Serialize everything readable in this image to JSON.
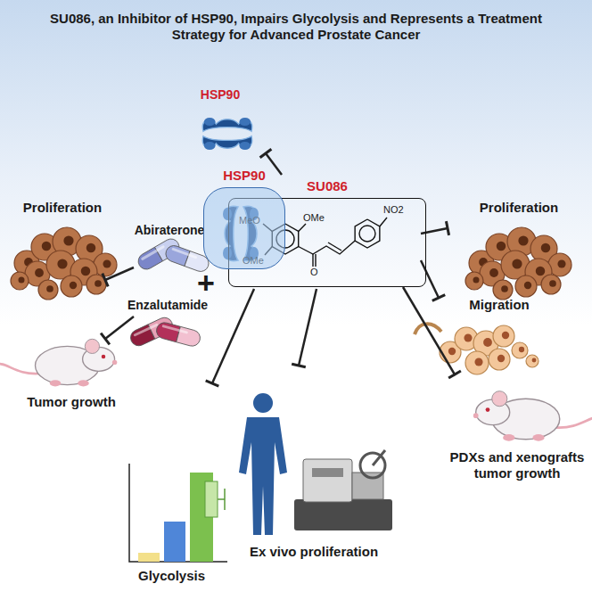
{
  "diagram": {
    "title": "SU086, an Inhibitor of HSP90, Impairs Glycolysis and Represents a Treatment Strategy for Advanced Prostate Cancer",
    "nodes": [
      {
        "text": [
          "HSP90"
        ]
      },
      {
        "text": [
          "SU086"
        ]
      }
    ],
    "labels": [
      "HSP90",
      "Proliferation",
      "Proliferation",
      "Abiraterone",
      "+",
      "Enzalutamide",
      "Tumor growth",
      "Migration",
      "Glycolysis",
      "Ex vivo proliferation",
      "PDXs and xenografts tumor growth",
      "MeO",
      "OMe",
      "OMe",
      "O",
      "NO2"
    ]
  }
}
